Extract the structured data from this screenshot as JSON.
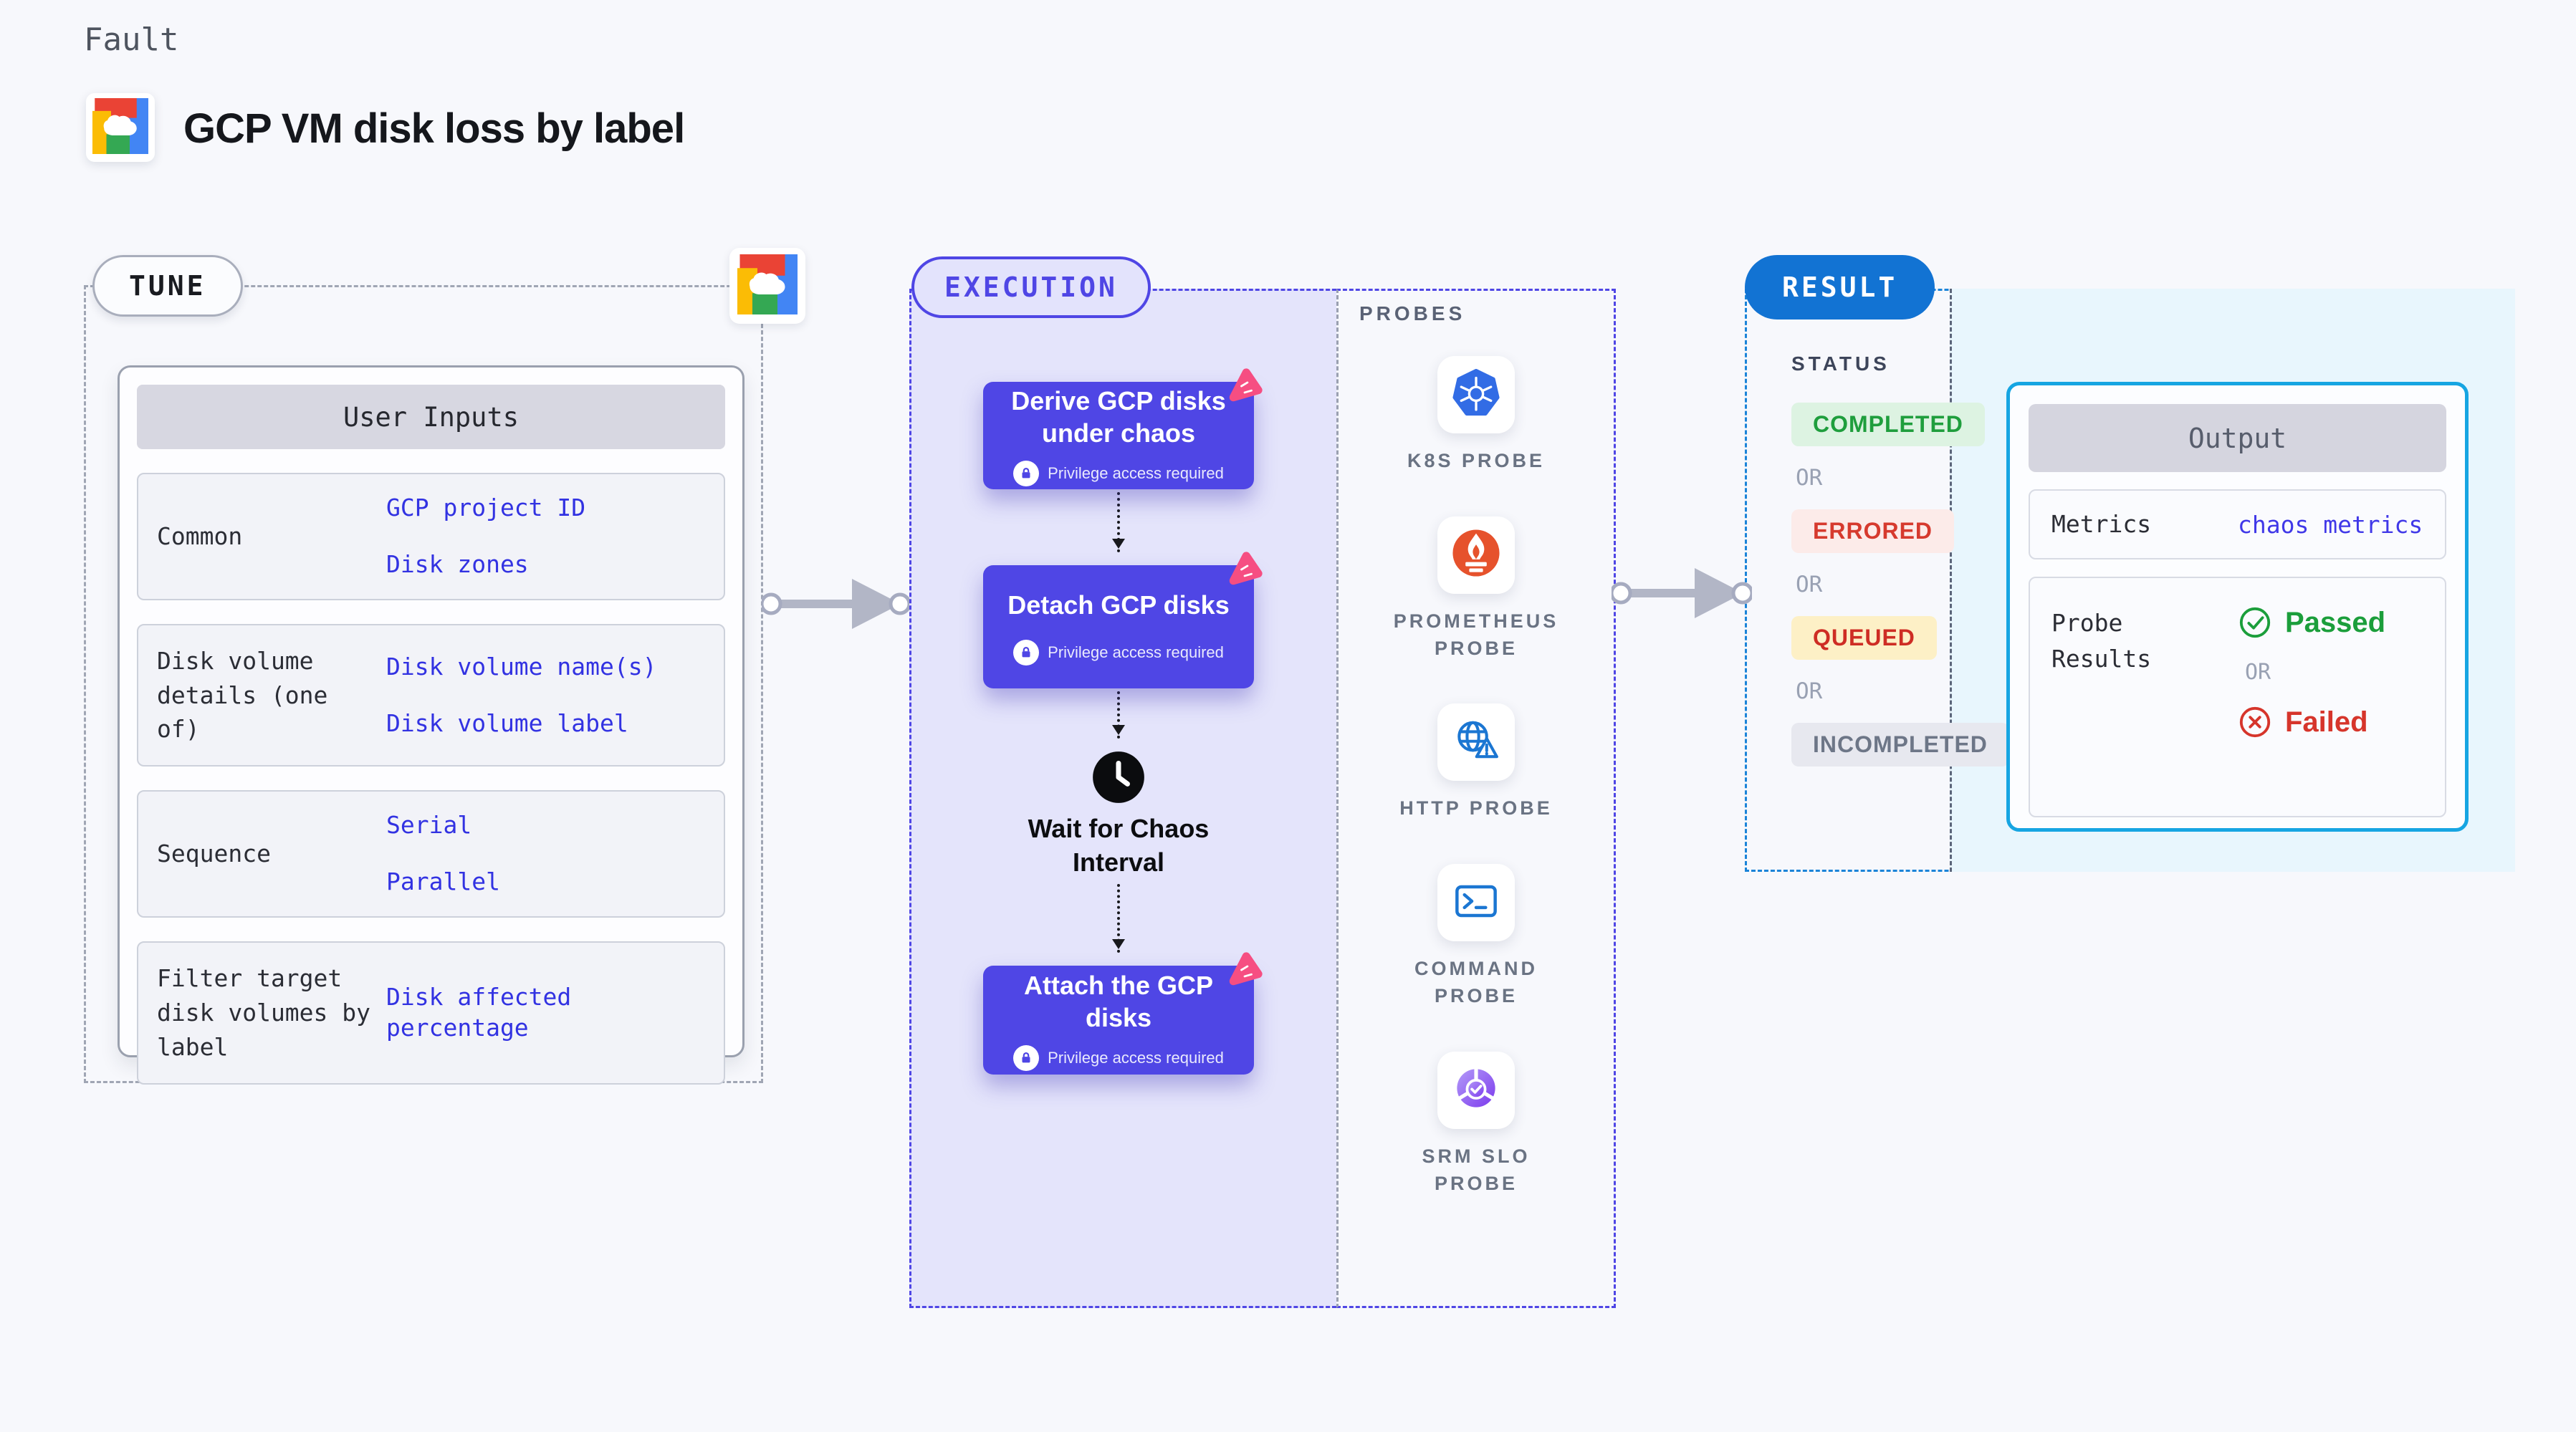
{
  "header": {
    "eyebrow": "Fault",
    "title": "GCP VM disk loss by label",
    "logo": "gcp-cloud-icon"
  },
  "tune": {
    "badge": "TUNE",
    "corner_icon": "gcp-cloud-icon",
    "table": {
      "header": "User Inputs",
      "rows": [
        {
          "label": "Common",
          "values": [
            "GCP project ID",
            "Disk zones"
          ]
        },
        {
          "label": "Disk volume details (one of)",
          "values": [
            "Disk volume name(s)",
            "Disk volume label"
          ]
        },
        {
          "label": "Sequence",
          "values": [
            "Serial",
            "Parallel"
          ]
        },
        {
          "label": "Filter target disk volumes by label",
          "values": [
            "Disk affected percentage"
          ]
        }
      ]
    }
  },
  "execution": {
    "badge": "EXECUTION",
    "nodes": [
      {
        "title": "Derive GCP disks under chaos",
        "privilege": "Privilege access required"
      },
      {
        "title": "Detach GCP disks",
        "privilege": "Privilege access required"
      },
      {
        "title": "Attach the GCP disks",
        "privilege": "Privilege access required"
      }
    ],
    "wait_label": "Wait for Chaos Interval"
  },
  "probes": {
    "heading": "PROBES",
    "items": [
      {
        "label": "K8S PROBE",
        "icon": "kubernetes-icon"
      },
      {
        "label": "PROMETHEUS PROBE",
        "icon": "prometheus-icon"
      },
      {
        "label": "HTTP PROBE",
        "icon": "http-probe-icon"
      },
      {
        "label": "COMMAND PROBE",
        "icon": "command-probe-icon"
      },
      {
        "label": "SRM SLO PROBE",
        "icon": "srm-slo-icon"
      }
    ]
  },
  "result": {
    "badge": "RESULT",
    "status": {
      "heading": "STATUS",
      "separator": "OR",
      "items": [
        {
          "label": "COMPLETED",
          "style": "completed"
        },
        {
          "label": "ERRORED",
          "style": "errored"
        },
        {
          "label": "QUEUED",
          "style": "queued"
        },
        {
          "label": "INCOMPLETED",
          "style": "incompleted"
        }
      ]
    },
    "output": {
      "header": "Output",
      "metrics_label": "Metrics",
      "metrics_value": "chaos metrics",
      "probe_results_label": "Probe Results",
      "passed_label": "Passed",
      "separator": "OR",
      "failed_label": "Failed"
    }
  },
  "colors": {
    "indigo": "#4f46e5",
    "execution_fill": "#e4e4fb",
    "value_blue": "#3232e2",
    "result_blue": "#1273d3",
    "result_dash": "#1b84d8",
    "output_border": "#16a5e2",
    "output_fill": "#e8f6fd",
    "passed_green": "#1b9e3b",
    "failed_red": "#d6352b",
    "queued_bg": "#fdf0c6",
    "chaos_pink": "#f64e82",
    "kubernetes_blue": "#326ce5",
    "prometheus_orange": "#e6522c"
  }
}
